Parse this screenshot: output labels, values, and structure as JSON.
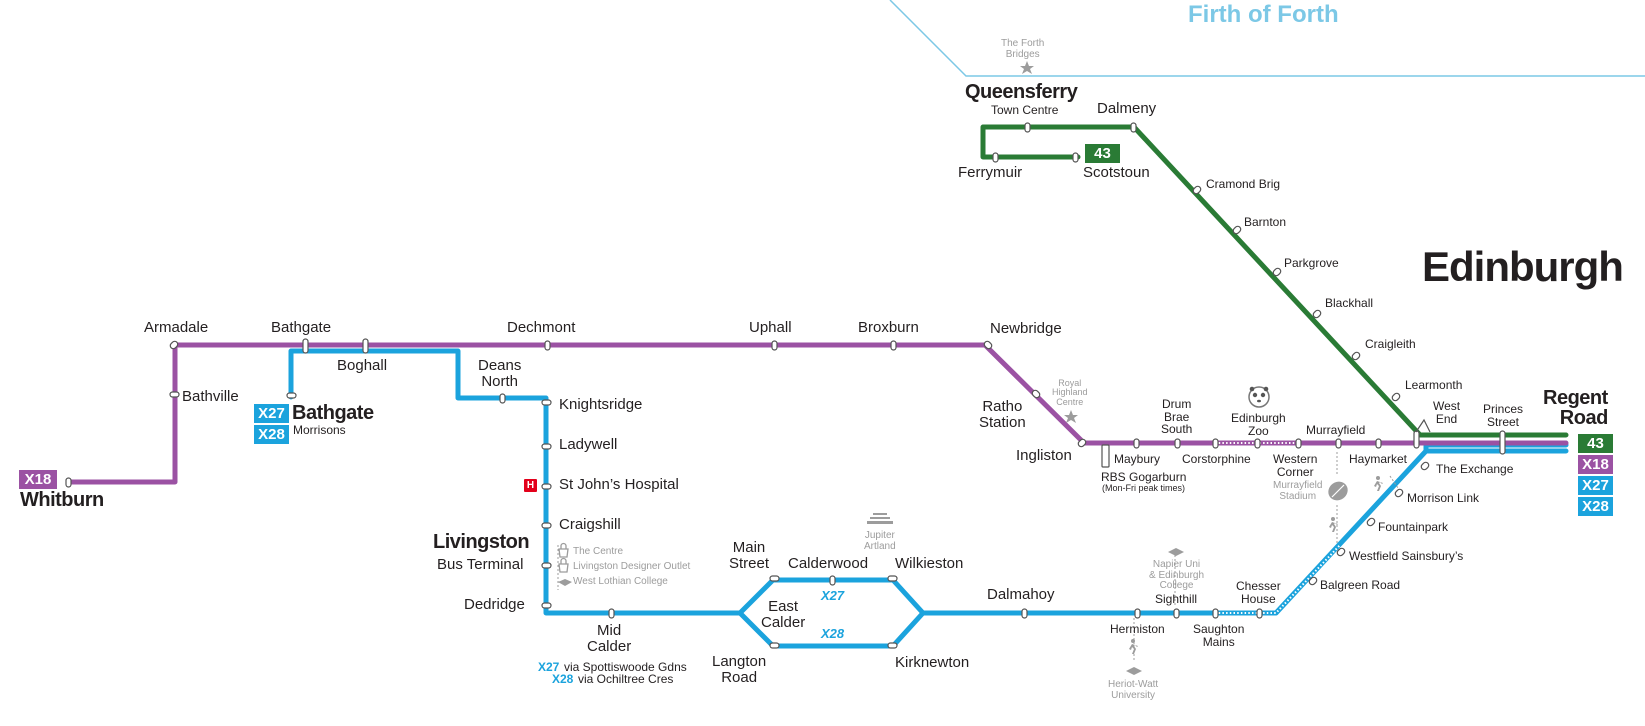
{
  "water": {
    "name": "Firth of Forth"
  },
  "city": {
    "name": "Edinburgh"
  },
  "colors": {
    "x18": "#9b52a3",
    "x27_x28": "#1ba3dd",
    "route43": "#2a7b35",
    "water": "#7cc8e6"
  },
  "badges": {
    "x18": "X18",
    "x27": "X27",
    "x28": "X28",
    "r43": "43"
  },
  "stops": {
    "whitburn": "Whitburn",
    "armadale": "Armadale",
    "bathville": "Bathville",
    "bathgate": "Bathgate",
    "bathgate_terminal": "Bathgate",
    "bathgate_morrisons": "Morrisons",
    "boghall": "Boghall",
    "deans_north": "Deans\nNorth",
    "dechmont": "Dechmont",
    "uphall": "Uphall",
    "broxburn": "Broxburn",
    "newbridge": "Newbridge",
    "ratho_station": "Ratho\nStation",
    "ingliston": "Ingliston",
    "maybury": "Maybury",
    "rbs_gogarburn": "RBS Gogarburn",
    "rbs_note": "(Mon-Fri peak times)",
    "drum_brae_south": "Drum\nBrae\nSouth",
    "corstorphine": "Corstorphine",
    "edinburgh_zoo": "Edinburgh\nZoo",
    "western_corner": "Western\nCorner",
    "murrayfield": "Murrayfield",
    "haymarket": "Haymarket",
    "west_end": "West\nEnd",
    "princes_street": "Princes\nStreet",
    "regent_road": "Regent\nRoad",
    "the_exchange": "The Exchange",
    "morrison_link": "Morrison Link",
    "fountainpark": "Fountainpark",
    "westfield_sainsburys": "Westfield Sainsbury’s",
    "balgreen_road": "Balgreen Road",
    "chesser_house": "Chesser\nHouse",
    "saughton_mains": "Saughton\nMains",
    "sighthill": "Sighthill",
    "hermiston": "Hermiston",
    "dalmahoy": "Dalmahoy",
    "wilkieston": "Wilkieston",
    "kirknewton": "Kirknewton",
    "calderwood": "Calderwood",
    "main_street": "Main\nStreet",
    "east_calder": "East\nCalder",
    "langton_road": "Langton\nRoad",
    "mid_calder": "Mid\nCalder",
    "dedridge": "Dedridge",
    "livingston": "Livingston",
    "livingston_bus_terminal": "Bus Terminal",
    "craigshill": "Craigshill",
    "st_johns_hospital": "St John’s Hospital",
    "ladywell": "Ladywell",
    "knightsridge": "Knightsridge",
    "queensferry": "Queensferry",
    "queensferry_town_centre": "Town Centre",
    "dalmeny": "Dalmeny",
    "ferrymuir": "Ferrymuir",
    "scotstoun": "Scotstoun",
    "cramond_brig": "Cramond Brig",
    "barnton": "Barnton",
    "parkgrove": "Parkgrove",
    "blackhall": "Blackhall",
    "craigleith": "Craigleith",
    "learmonth": "Learmonth"
  },
  "landmarks": {
    "forth_bridges": "The Forth\nBridges",
    "royal_highland_centre": "Royal\nHighland\nCentre",
    "jupiter_artland": "Jupiter\nArtland",
    "the_centre": "The Centre",
    "livingston_designer_outlet": "Livingston Designer Outlet",
    "west_lothian_college": "West Lothian College",
    "murrayfield_stadium": "Murrayfield\nStadium",
    "napier_uni": "Napier Uni\n& Edinburgh\nCollege",
    "heriot_watt": "Heriot-Watt\nUniversity"
  },
  "route_notes": {
    "x27_label": "X27",
    "x28_label": "X28",
    "x27_via": "via Spottiswoode Gdns",
    "x28_via": "via Ochiltree Cres"
  },
  "icons": {
    "hospital": "hospital-icon",
    "shopping": "shopping-bag-icon",
    "college": "graduation-cap-icon",
    "zoo": "panda-icon",
    "stadium": "rugby-ball-icon",
    "walk": "walking-person-icon",
    "landmark": "star-icon"
  }
}
